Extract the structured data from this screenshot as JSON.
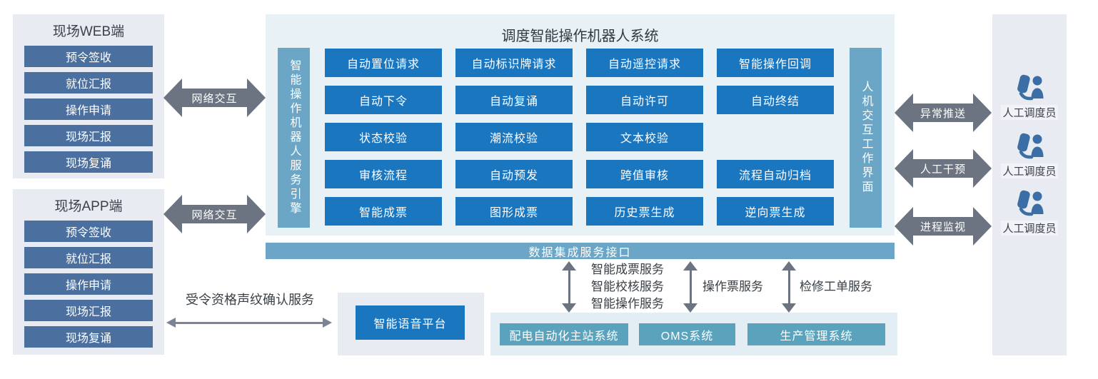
{
  "panels": {
    "web": {
      "title": "现场WEB端",
      "items": [
        "预令签收",
        "就位汇报",
        "操作申请",
        "现场汇报",
        "现场复诵"
      ]
    },
    "app": {
      "title": "现场APP端",
      "items": [
        "预令签收",
        "就位汇报",
        "操作申请",
        "现场汇报",
        "现场复诵"
      ]
    }
  },
  "links": {
    "web_main": "网络交互",
    "app_main": "网络交互",
    "voice": "受令资格声纹确认服务"
  },
  "main": {
    "title": "调度智能操作机器人系统",
    "engine_bar": "智能操作机器人服务引擎",
    "hmi_bar": "人机交互工作界面",
    "grid": [
      [
        "自动置位请求",
        "自动标识牌请求",
        "自动遥控请求",
        "智能操作回调"
      ],
      [
        "自动下令",
        "自动复诵",
        "自动许可",
        "自动终结"
      ],
      [
        "状态校验",
        "潮流校验",
        "文本校验"
      ],
      [
        "审核流程",
        "自动预发",
        "跨值审核",
        "流程自动归档"
      ],
      [
        "智能成票",
        "图形成票",
        "历史票生成",
        "逆向票生成"
      ]
    ]
  },
  "data_bus": "数据集成服务接口",
  "services": {
    "group1": [
      "智能成票服务",
      "智能校核服务",
      "智能操作服务"
    ],
    "group2": "操作票服务",
    "group3": "检修工单服务"
  },
  "bottom_systems": [
    "配电自动化主站系统",
    "OMS系统",
    "生产管理系统"
  ],
  "voice_platform": "智能语音平台",
  "right_links": [
    {
      "label": "异常推送",
      "person": "人工调度员"
    },
    {
      "label": "人工干预",
      "person": "人工调度员"
    },
    {
      "label": "进程监视",
      "person": "人工调度员"
    }
  ],
  "colors": {
    "button_blue": "#1b76c0",
    "bar_blue": "#6ba6c6",
    "slate_blue": "#4b6f9e",
    "teal": "#5ba2bd",
    "arrow_gray": "#6b7480",
    "person_icon_blue": "#3b6ea5"
  }
}
